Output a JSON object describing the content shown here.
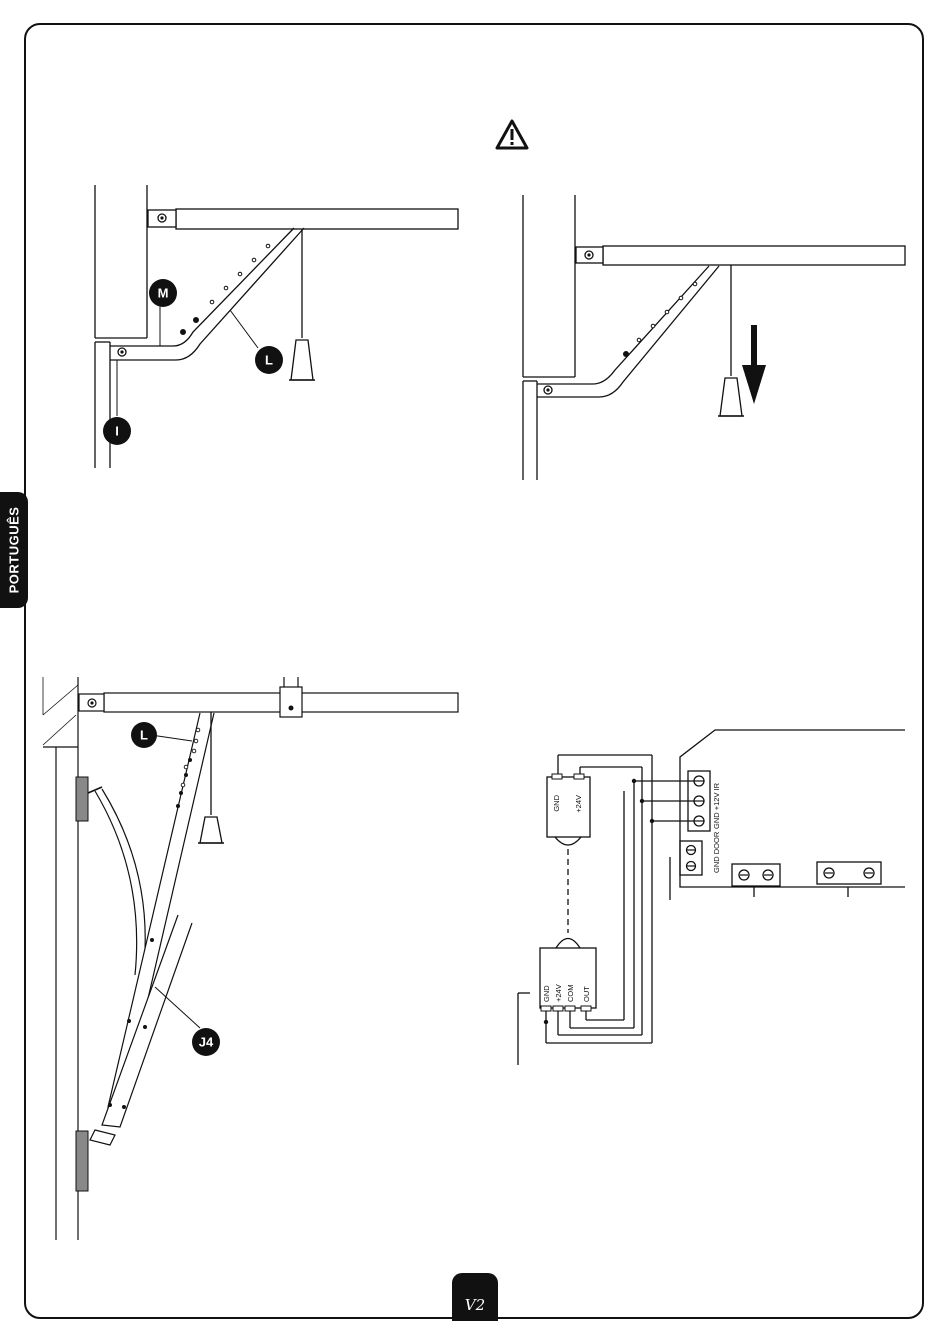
{
  "sidebar": {
    "language_tab": "PORTUGUÊS"
  },
  "figure1": {
    "callouts": {
      "m": "M",
      "l": "L",
      "i": "I"
    }
  },
  "figure3": {
    "callouts": {
      "l": "L",
      "j4": "J4"
    }
  },
  "wiring": {
    "sensor_top": {
      "gnd": "GND",
      "v24": "+24V"
    },
    "sensor_bottom": {
      "gnd": "GND",
      "v24": "+24V",
      "com": "COM",
      "out": "OUT"
    },
    "terminal_label_ir": "GND +12V IR",
    "terminal_label_door": "GND DOOR"
  },
  "footer": {
    "brand": "V2"
  },
  "icons": {
    "warning": "warning-triangle-icon",
    "arrow": "arrow-down-icon"
  }
}
